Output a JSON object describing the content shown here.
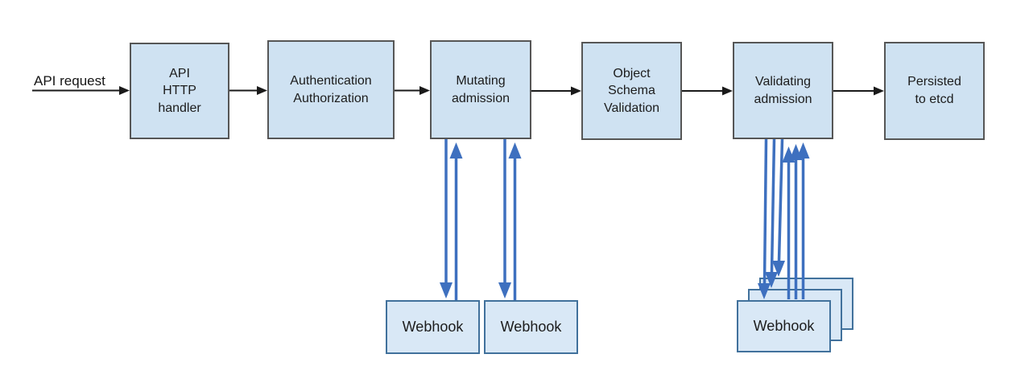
{
  "diagram": {
    "request_label": "API request",
    "nodes": {
      "api_http_handler": "API\nHTTP\nhandler",
      "authn_authz": "Authentication\nAuthorization",
      "mutating_admission": "Mutating\nadmission",
      "object_schema_validation": "Object\nSchema\nValidation",
      "validating_admission": "Validating\nadmission",
      "persisted_to_etcd": "Persisted\nto etcd",
      "webhook": "Webhook"
    },
    "colors": {
      "node_fill": "#cfe2f2",
      "node_border": "#565656",
      "webhook_fill": "#d9e8f6",
      "webhook_border": "#41719c",
      "flow_arrow": "#1a1a1a",
      "webhook_arrow": "#3e70bf"
    }
  }
}
